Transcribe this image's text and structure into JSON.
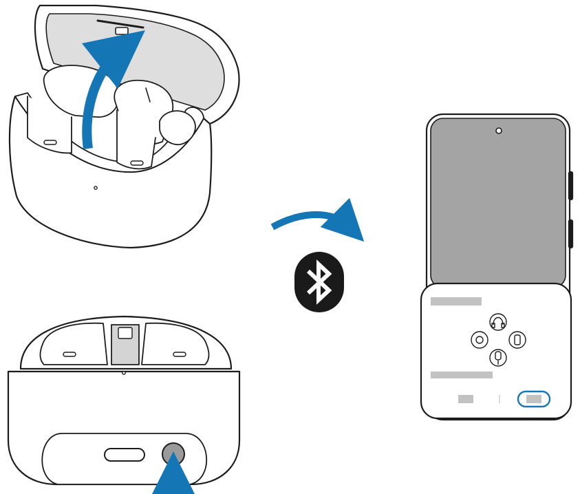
{
  "colors": {
    "arrow_blue": "#1576b6",
    "outline": "#1c1c1c",
    "case_fill": "#ffffff",
    "lid_inner": "#dedede",
    "screen_gray": "#a4a4a4",
    "placeholder_gray": "#c2c2c2",
    "bluetooth_bg": "#1a1a1a",
    "button_gray": "#9a9a9a"
  },
  "icons": {
    "bluetooth": "bluetooth-icon",
    "headphones": "headphones-icon",
    "watch": "watch-icon",
    "phone": "phone-icon",
    "earbud": "earbud-icon"
  },
  "steps": [
    {
      "name": "open-case",
      "arrow": "lift-earbud-arrow"
    },
    {
      "name": "press-pairing-button",
      "arrow": "press-button-arrow"
    },
    {
      "name": "connect-phone",
      "arrow": "connect-arrow"
    }
  ]
}
